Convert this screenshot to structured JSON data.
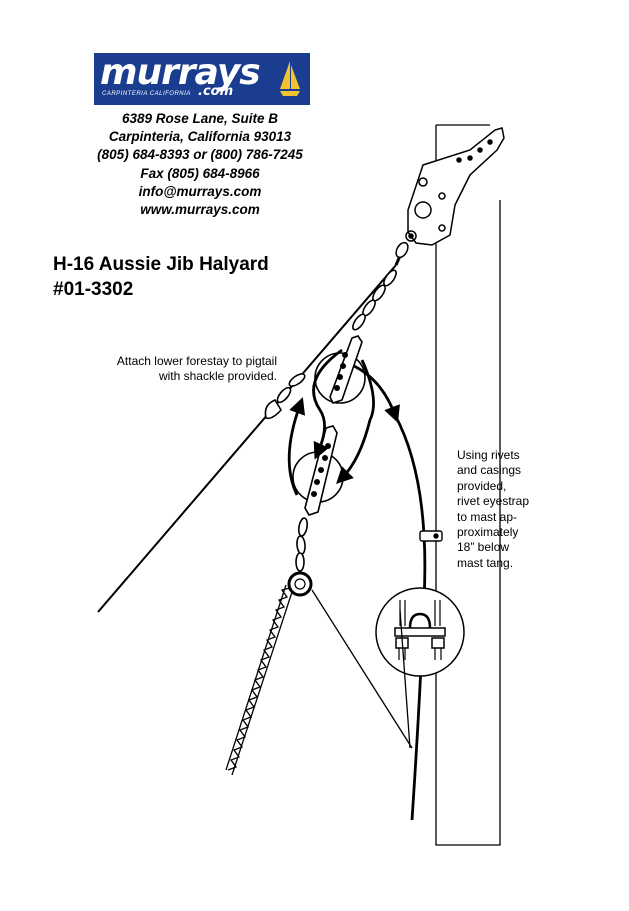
{
  "logo": {
    "wordmark": "murrays",
    "domain": ".com",
    "tagline": "CARPINTERIA CALIFORNIA",
    "background_color": "#1a3d8f",
    "sail_color": "#f2c230"
  },
  "address": {
    "line1": "6389 Rose Lane, Suite B",
    "line2": "Carpinteria, California 93013",
    "phone": "(805) 684-8393 or (800) 786-7245",
    "fax": "Fax (805) 684-8966",
    "email": "info@murrays.com",
    "web": "www.murrays.com"
  },
  "product": {
    "title": "H-16 Aussie Jib Halyard",
    "part_number": "#01-3302"
  },
  "annotations": {
    "forestay_note": [
      "Attach lower forestay to pigtail",
      "with shackle provided."
    ],
    "eyestrap_note": [
      "Using rivets",
      "and casings",
      "provided,",
      "rivet eyestrap",
      "to mast ap-",
      "proximately",
      "18” below",
      "mast tang."
    ]
  }
}
